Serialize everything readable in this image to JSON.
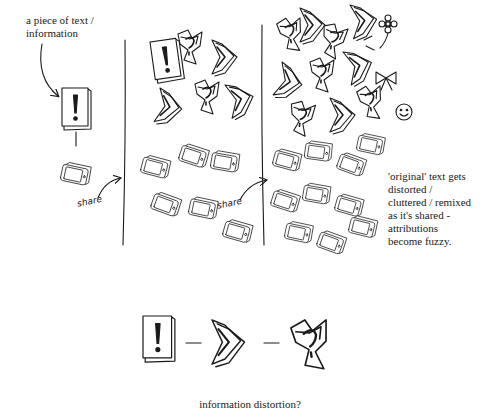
{
  "diagram": {
    "caption": "information distortion?",
    "labels": [
      "a piece of text / information",
      "share",
      "share",
      "'original' text gets distorted / cluttered / remixed as it's shared - attributions become fuzzy."
    ]
  }
}
